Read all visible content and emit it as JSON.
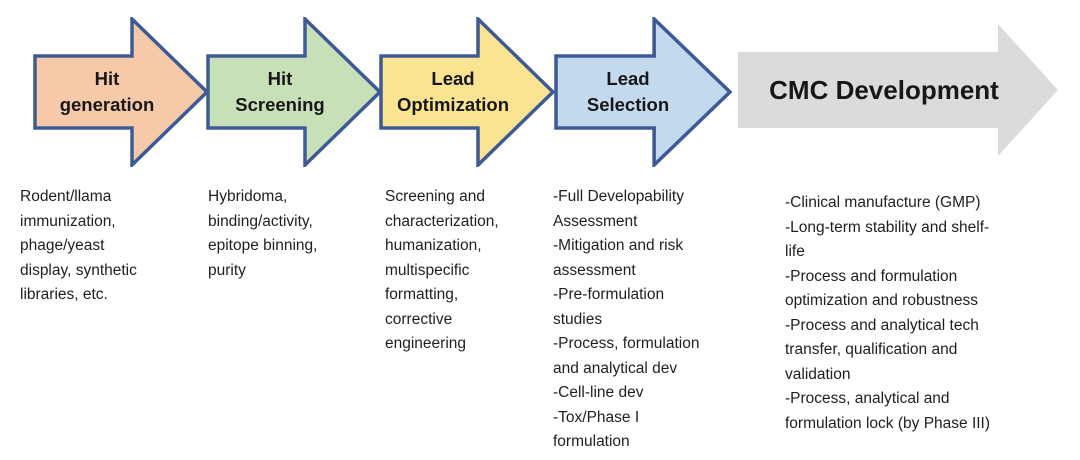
{
  "colors": {
    "arrow_border": "#3D5A96",
    "background": "#FFFFFF",
    "text": "#1F1F1F"
  },
  "stages": [
    {
      "id": "hit-generation",
      "label": "Hit\ngeneration",
      "color": "#F6C9A9",
      "details": "Rodent/llama\nimmunization,\nphage/yeast\ndisplay, synthetic\nlibraries, etc."
    },
    {
      "id": "hit-screening",
      "label": "Hit\nScreening",
      "color": "#C8E0B7",
      "details": "Hybridoma,\nbinding/activity,\nepitope binning,\npurity"
    },
    {
      "id": "lead-optimization",
      "label": "Lead\nOptimization",
      "color": "#FBE491",
      "details": "Screening and\ncharacterization,\nhumanization,\nmultispecific\nformatting,\ncorrective\nengineering"
    },
    {
      "id": "lead-selection",
      "label": "Lead\nSelection",
      "color": "#C3D9EE",
      "details": "-Full Developability\nAssessment\n-Mitigation and risk\nassessment\n-Pre-formulation\nstudies\n-Process, formulation\nand analytical dev\n-Cell-line dev\n-Tox/Phase I\nformulation"
    },
    {
      "id": "cmc-development",
      "label": "CMC Development",
      "color": "#DBDBDB",
      "details": "-Clinical manufacture (GMP)\n-Long-term stability and shelf-\nlife\n-Process and formulation\noptimization and robustness\n-Process and analytical tech\ntransfer, qualification and\nvalidation\n-Process, analytical and\nformulation lock (by Phase III)"
    }
  ]
}
